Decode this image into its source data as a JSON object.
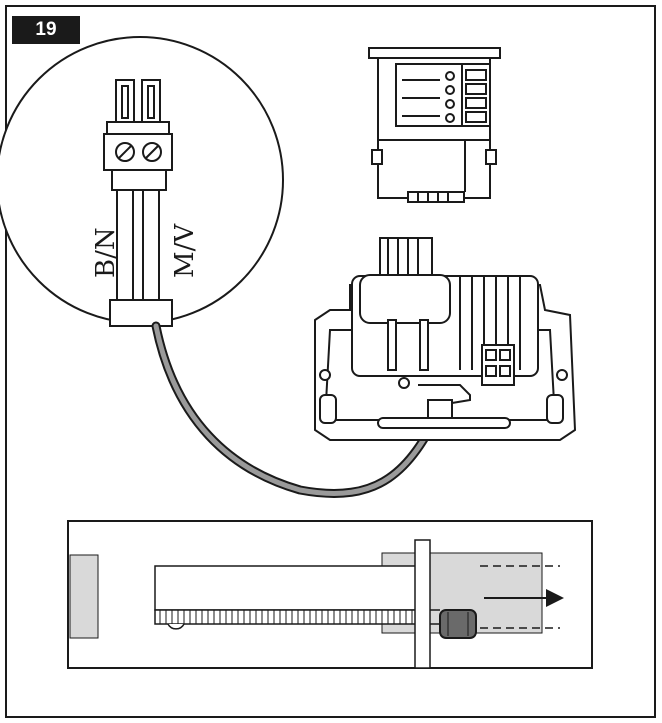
{
  "figure": {
    "number": "19",
    "wire_labels": [
      "B/N",
      "M/V"
    ]
  },
  "colors": {
    "line": "#1a1a1a",
    "fill_gray": "#d9d9d9",
    "cable": "#9a9a9a",
    "background": "#ffffff"
  }
}
